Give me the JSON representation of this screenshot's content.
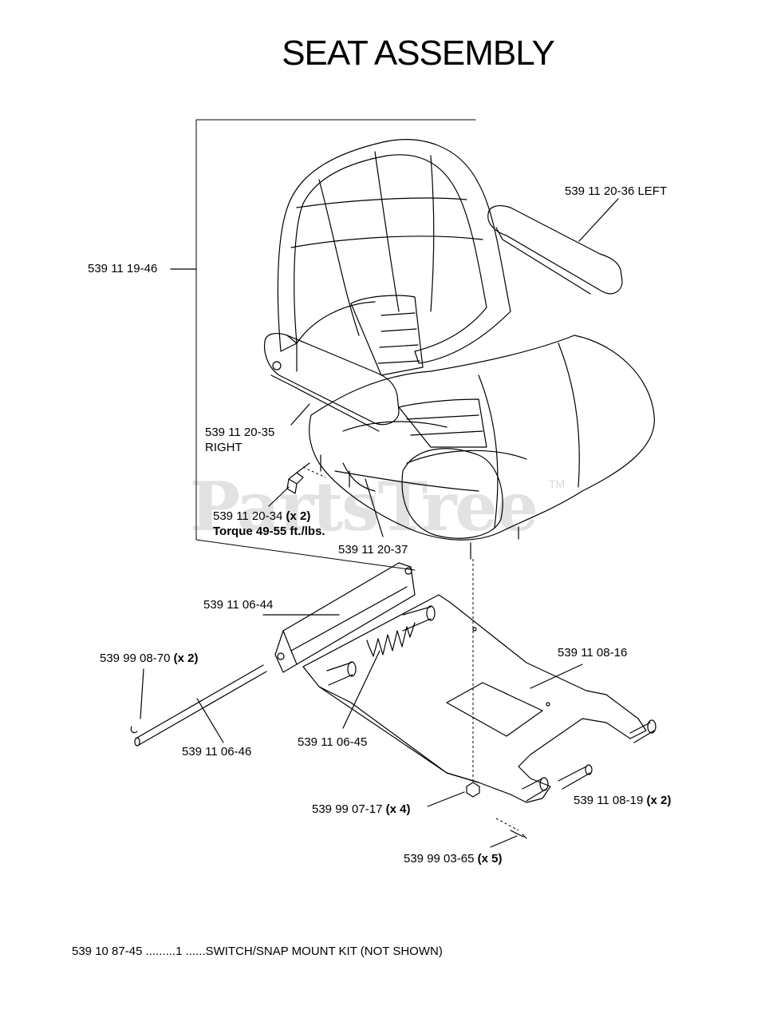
{
  "title": "SEAT ASSEMBLY",
  "watermark": "PartsTree",
  "watermark_mark": "TM",
  "parts": {
    "seat_assembly": "539  11  19-46",
    "armrest_left": "539  11  20-36 LEFT",
    "armrest_right_num": "539  11  20-35",
    "armrest_right_side": "RIGHT",
    "knob_num": "539  11  20-34",
    "knob_qty": "(x 2)",
    "knob_torque": "Torque 49-55 ft./lbs.",
    "slide_rail": "539  11  20-37",
    "bracket": "539  11  06-44",
    "retainer_num": "539  99  08-70",
    "retainer_qty": "(x 2)",
    "pivot_rod": "539  11  06-46",
    "spring": "539  11  06-45",
    "seat_pan": "539  11  08-16",
    "nut_num": "539  99  07-17",
    "nut_qty": "(x 4)",
    "pin_num": "539  11  08-19",
    "pin_qty": "(x 2)",
    "cotter_num": "539  99  03-65",
    "cotter_qty": "(x 5)"
  },
  "footer": "539  10  87-45 .........1 ......SWITCH/SNAP MOUNT KIT (NOT SHOWN)"
}
